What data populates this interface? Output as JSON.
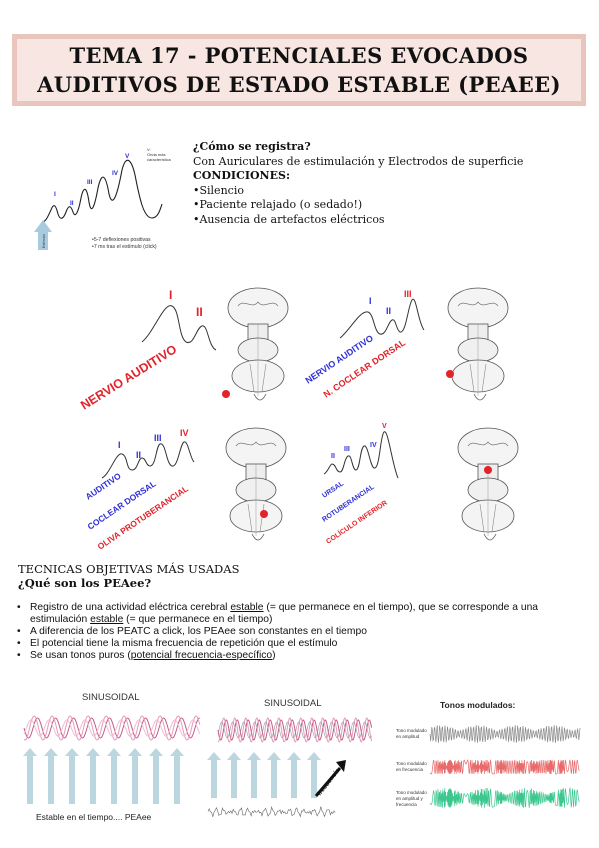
{
  "title": {
    "line1": "TEMA 17 - POTENCIALES EVOCADOS",
    "line2": "AUDITIVOS DE ESTADO ESTABLE (PEAEE)"
  },
  "registro": {
    "question": "¿Cómo se registra?",
    "answer": "Con Auriculares de estimulación y Electrodos de superficie",
    "conditions_title": "CONDICIONES:",
    "conditions": [
      "•Silencio",
      "•Paciente relajado (o sedado!)",
      "•Ausencia de artefactos eléctricos"
    ]
  },
  "waveform": {
    "peaks": [
      "I",
      "II",
      "III",
      "IV",
      "V"
    ],
    "peak_note_1": "V:",
    "peak_note_2": "Onda más",
    "peak_note_3": "característica",
    "stimulus": "Estímulo",
    "note_1": "•5-7 deflexiones positivas",
    "note_2": "•7 ms tras el estímulo (click)"
  },
  "panels": {
    "p1": {
      "peaks": [
        "I",
        "II"
      ],
      "labels": [
        "NERVIO AUDITIVO"
      ]
    },
    "p2": {
      "peaks": [
        "I",
        "II",
        "III"
      ],
      "labels": [
        "NERVIO AUDITIVO",
        "N. COCLEAR DORSAL"
      ]
    },
    "p3": {
      "peaks": [
        "I",
        "II",
        "III",
        "IV"
      ],
      "labels": [
        "AUDITIVO",
        "COCLEAR DORSAL",
        "OLIVA PROTUBERANCIAL"
      ]
    },
    "p4": {
      "peaks": [
        "II",
        "III",
        "IV",
        "V"
      ],
      "labels": [
        "URSAL",
        "ROTUBERANCIAL",
        "COLÍCULO INFERIOR"
      ]
    }
  },
  "tecnicas": {
    "title": "TECNICAS OBJETIVAS MÁS USADAS",
    "question": "¿Qué son los PEAee?",
    "bullets": [
      {
        "pre": "Registro de una actividad eléctrica cerebral ",
        "u1": "estable",
        "mid": " (= que permanece en el tiempo), que se corresponde a una estimulación ",
        "u2": "estable",
        "post": " (= que permanece en el tiempo)"
      },
      {
        "pre": "A diferencia de los PEATC a click, los PEAee son constantes en el tiempo"
      },
      {
        "pre": "El potencial tiene la misma frecuencia de repetición que el estímulo"
      },
      {
        "pre": "Se usan tonos puros (",
        "u1": "potencial frecuencia-específico",
        "post": ")"
      }
    ]
  },
  "bottom": {
    "sinus1": "SINUSOIDAL",
    "sinus2": "SINUSOIDAL",
    "estable": "Estable en el tiempo.... PEAee",
    "frecuencia": "frecuencia",
    "tonos_title": "Tonos modulados:",
    "am_1": "Tono modulado",
    "am_2": "en amplitud",
    "fm_1": "Tono modulado",
    "fm_2": "en frecuencia",
    "amfm_1": "Tono modulado",
    "amfm_2": "en amplitud y",
    "amfm_3": "frecuencia"
  },
  "colors": {
    "title_bg": "#f7e6e1",
    "title_border": "#e8c5bd",
    "red": "#e3222a",
    "blue": "#2f2fd6",
    "arrow": "#bcd6df",
    "pink": "#e0709a",
    "green": "#3cc78f"
  }
}
